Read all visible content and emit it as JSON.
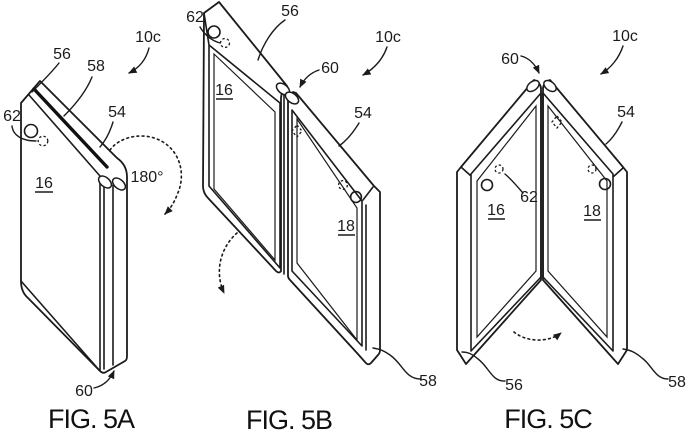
{
  "page": {
    "paper_color": "#ffffff",
    "ink_color": "#1b1b1b"
  },
  "figures": [
    {
      "caption": "FIG. 5A",
      "labels": {
        "ref56": "56",
        "ref58": "58",
        "ref10c": "10c",
        "ref54": "54",
        "ref62": "62",
        "ref16": "16",
        "angle": "180°",
        "ref60": "60"
      }
    },
    {
      "caption": "FIG. 5B",
      "labels": {
        "ref62": "62",
        "ref56": "56",
        "ref60": "60",
        "ref10c": "10c",
        "ref54": "54",
        "ref16": "16",
        "ref18": "18",
        "ref58": "58"
      }
    },
    {
      "caption": "FIG. 5C",
      "labels": {
        "ref60": "60",
        "ref10c": "10c",
        "ref54": "54",
        "ref62": "62",
        "ref16": "16",
        "ref18": "18",
        "ref56": "56",
        "ref58": "58"
      }
    }
  ]
}
